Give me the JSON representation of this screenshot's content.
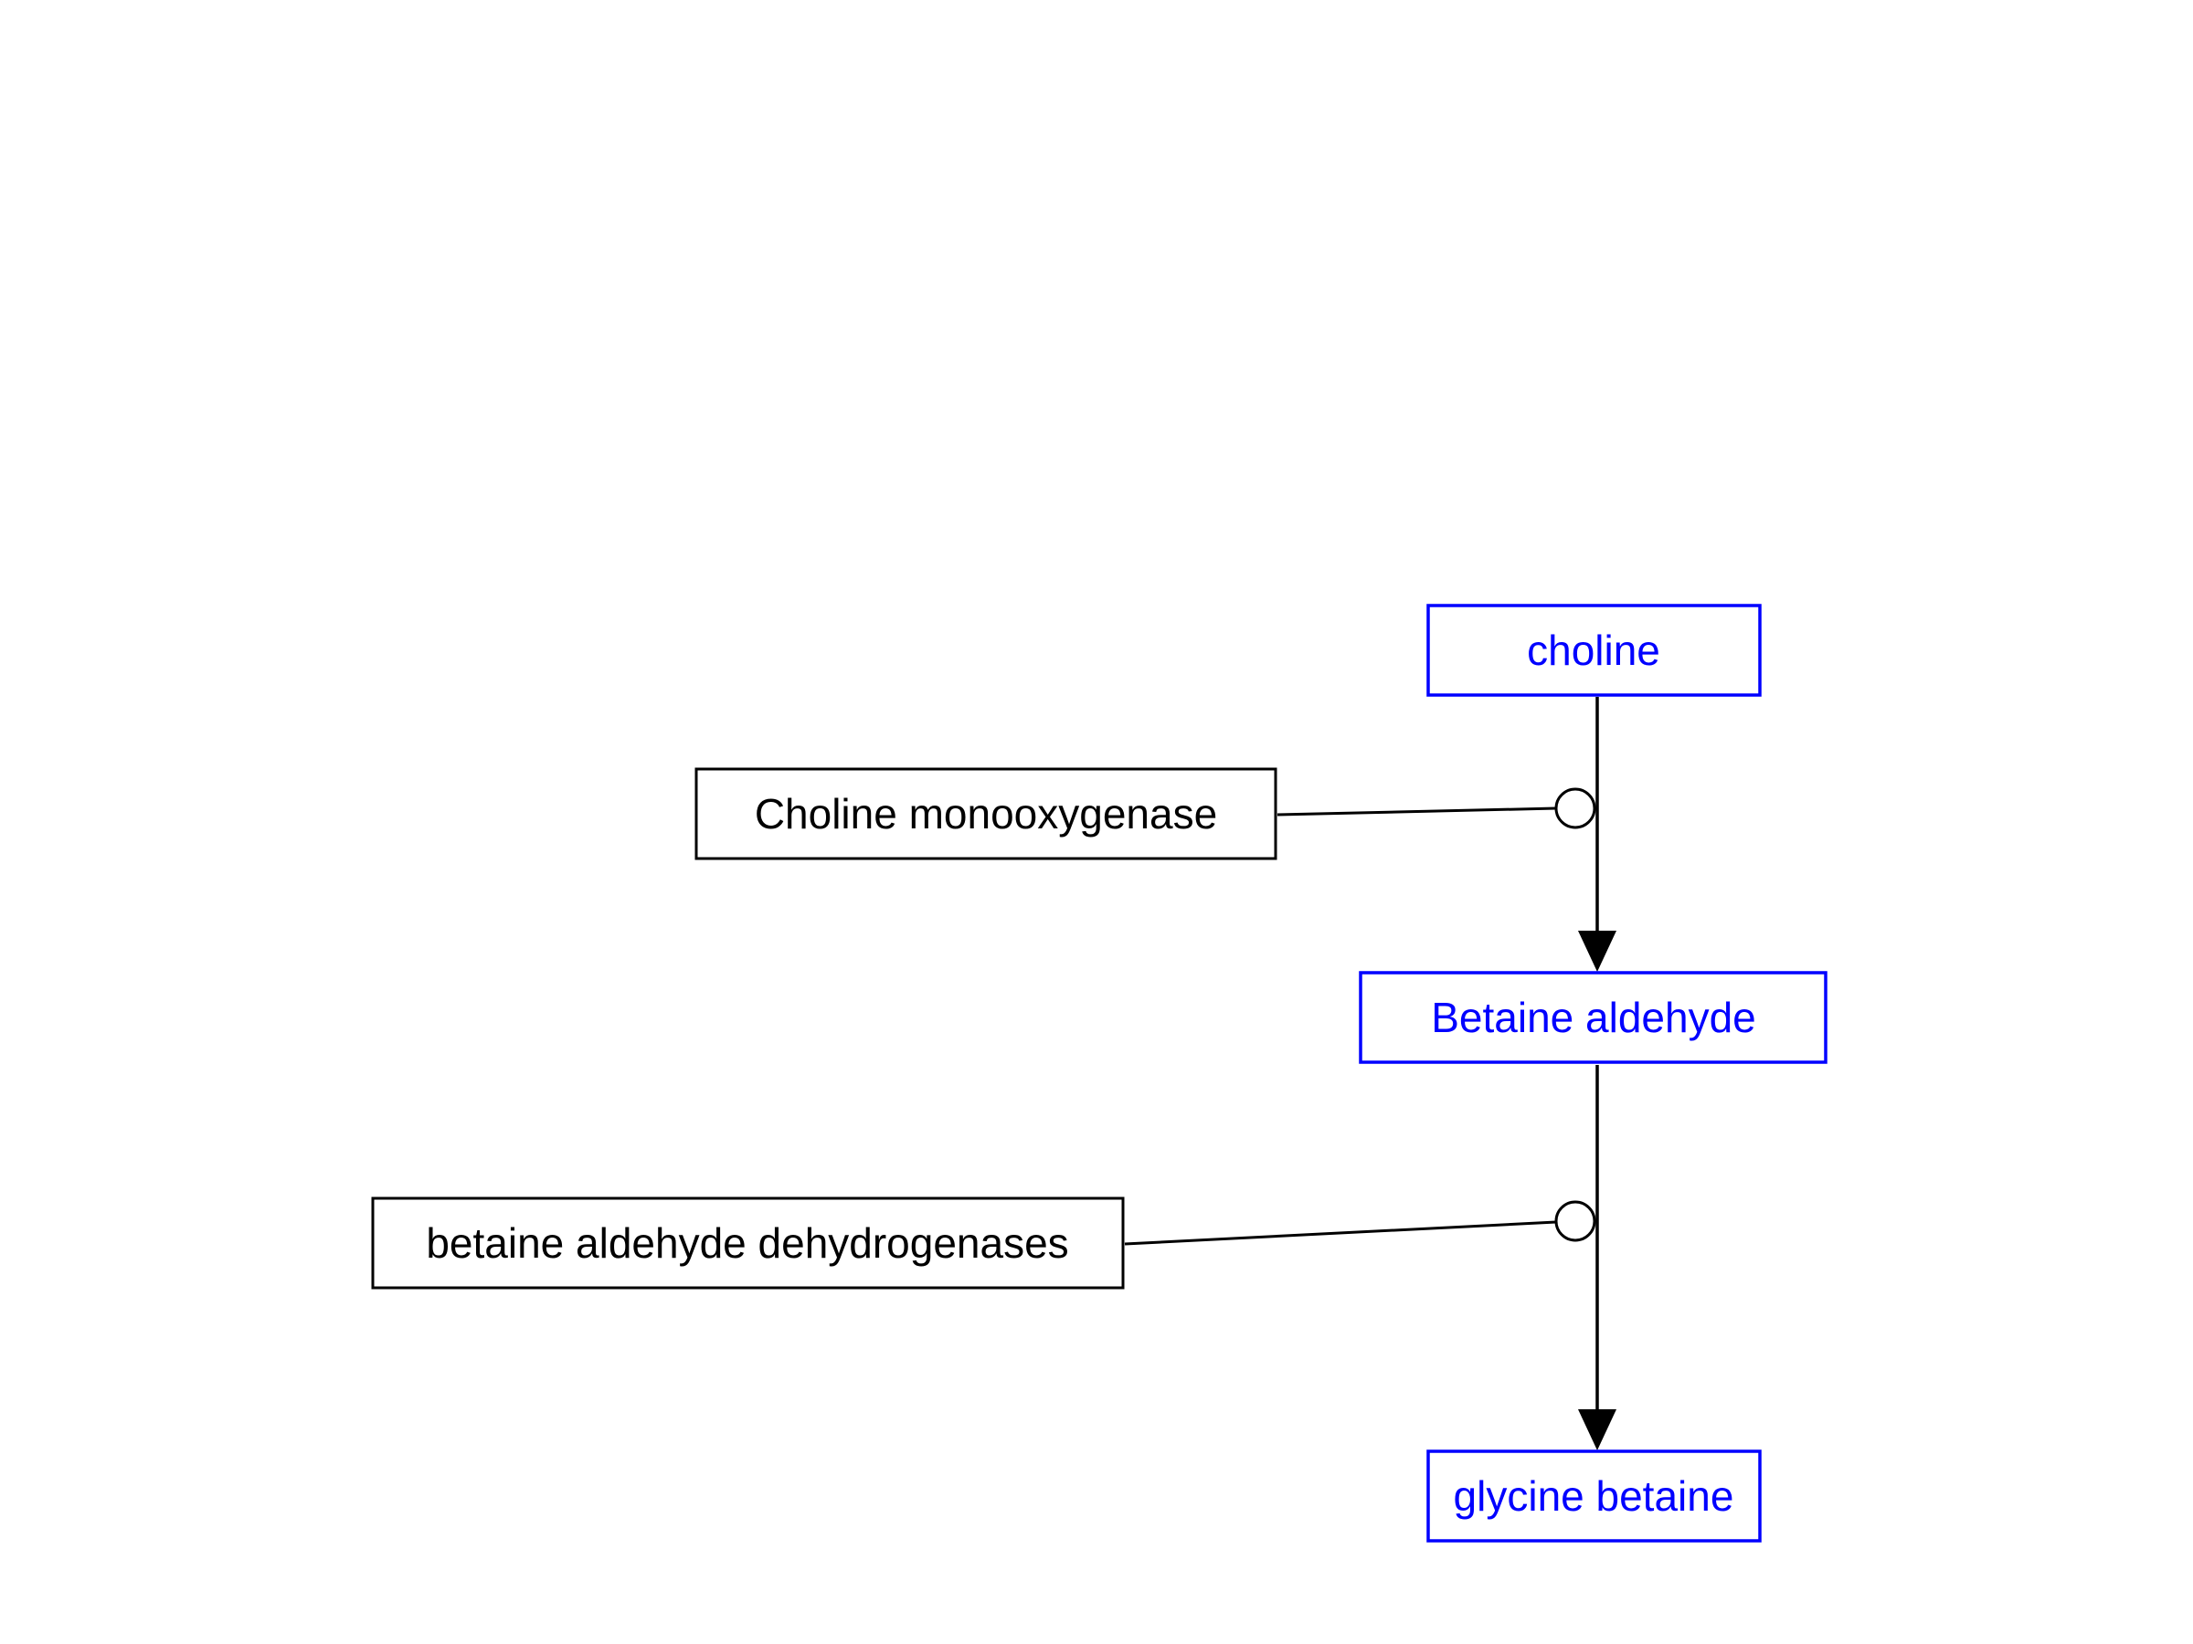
{
  "colors": {
    "metabolite": "#0000ff",
    "enzyme": "#000000",
    "edge": "#000000",
    "background": "#ffffff"
  },
  "nodes": {
    "choline": {
      "label": "choline",
      "kind": "metabolite"
    },
    "betaine_aldehyde": {
      "label": "Betaine aldehyde",
      "kind": "metabolite"
    },
    "glycine_betaine": {
      "label": "glycine betaine",
      "kind": "metabolite"
    },
    "choline_monooxygenase": {
      "label": "Choline monooxygenase",
      "kind": "enzyme"
    },
    "betaine_aldehyde_dehydrogenases": {
      "label": "betaine aldehyde dehydrogenases",
      "kind": "enzyme"
    }
  },
  "edges": [
    {
      "from": "choline",
      "to": "betaine_aldehyde",
      "type": "conversion",
      "catalyzed_by": "choline_monooxygenase"
    },
    {
      "from": "betaine_aldehyde",
      "to": "glycine_betaine",
      "type": "conversion",
      "catalyzed_by": "betaine_aldehyde_dehydrogenases"
    }
  ],
  "icons": {
    "arrowhead": "arrowhead-icon",
    "catalysis_marker": "catalysis-circle-icon"
  }
}
